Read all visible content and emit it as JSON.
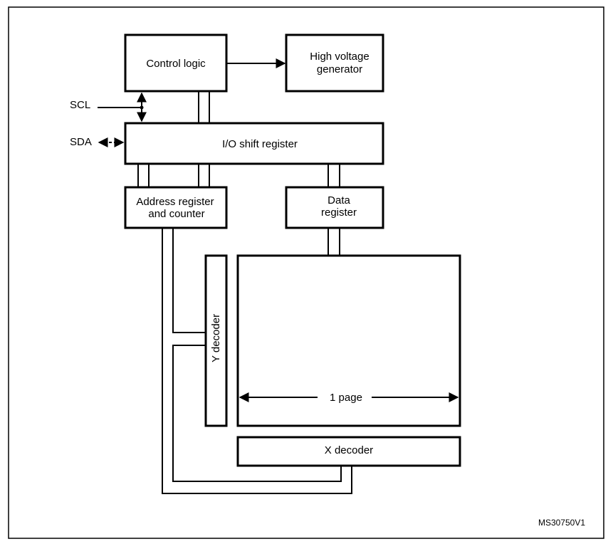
{
  "blocks": {
    "control_logic": "Control logic",
    "hv_gen_line1": "High voltage",
    "hv_gen_line2": "generator",
    "io_shift": "I/O shift register",
    "addr_line1": "Address register",
    "addr_line2": "and counter",
    "data_line1": "Data",
    "data_line2": "register",
    "y_decoder": "Y decoder",
    "x_decoder": "X decoder",
    "page": "1 page"
  },
  "signals": {
    "scl": "SCL",
    "sda": "SDA"
  },
  "figure_id": "MS30750V1"
}
